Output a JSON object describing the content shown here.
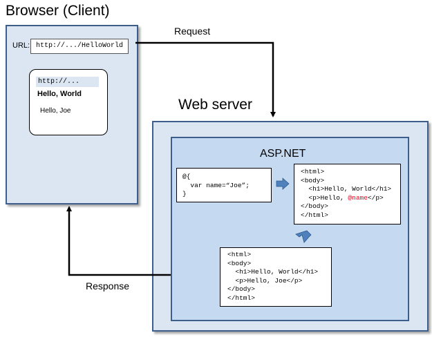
{
  "browser": {
    "title": "Browser (Client)",
    "url_label": "URL:",
    "url_value": "http://.../HelloWorld",
    "preview": {
      "url": "http://...",
      "heading": "Hello, World",
      "paragraph": "Hello, Joe"
    }
  },
  "server": {
    "title": "Web server",
    "framework": "ASP.NET",
    "razor_code": [
      "@{",
      "  var name=“Joe”;",
      "}"
    ],
    "template": {
      "lines": [
        "<html>",
        "<body>",
        "  <h1>Hello, World</h1>"
      ],
      "p_prefix": "  <p>Hello, ",
      "p_token": "@name",
      "p_suffix": "</p>",
      "closing": [
        "</body>",
        "</html>"
      ]
    },
    "output_code": [
      "<html>",
      "<body>",
      "  <h1>Hello, World</h1>",
      "  <p>Hello, Joe</p>",
      "</body>",
      "</html>"
    ]
  },
  "flows": {
    "request_label": "Request",
    "response_label": "Response"
  },
  "colors": {
    "outer_fill": "#dce6f2",
    "inner_fill": "#c5d9f1",
    "border": "#3b5f8a",
    "small_arrow": "#4f81bd",
    "razor_highlight": "#e8001a"
  }
}
